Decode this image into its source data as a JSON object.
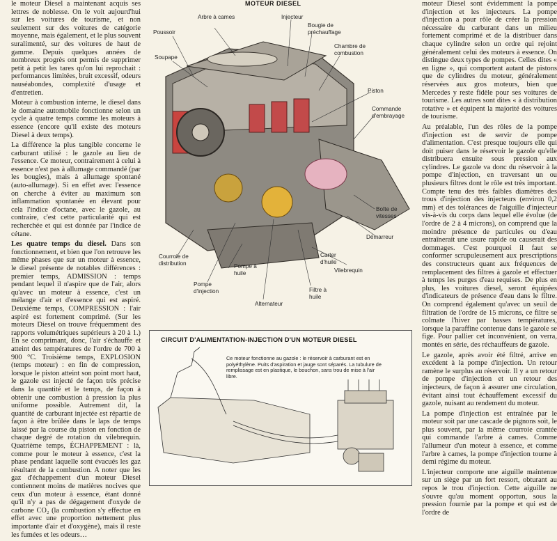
{
  "left_column": {
    "p1": "le moteur Diesel a maintenant acquis ses lettres de noblesse. On le voit aujourd'hui sur les voitures de tourisme, et non seulement sur des voitures de catégorie moyenne, mais également, et le plus souvent suralimenté, sur des voitures de haut de gamme. Depuis quelques années de nombreux progrès ont permis de supprimer petit à petit les tares qu'on lui reprochait : performances limitées, bruit excessif, odeurs nauséabondes, complexité d'usage et d'entretien.",
    "p2": "Moteur à combustion interne, le diesel dans le domaine automobile fonctionne selon un cycle à quatre temps comme les moteurs à essence (encore qu'il existe des moteurs Diesel à deux temps).",
    "p3": "La différence la plus tangible concerne le carburant utilisé : le gazole au lieu de l'essence. Ce moteur, contrairement à celui à essence n'est pas à allumage commandé (par les bougies), mais à allumage spontané (auto-allumage). Si en effet avec l'essence on cherche à éviter au maximum son inflammation spontanée en élevant pour cela l'indice d'octane, avec le gazole, au contraire, c'est cette particularité qui est recherchée et qui est donnée par l'indice de cétane.",
    "p4_heading": "Les quatre temps du diesel.",
    "p4": "Dans son fonctionnement, et bien que l'on retrouve les même phases que sur un moteur à essence, le diesel présente de notables différences : premier temps, ADMISSION : temps pendant lequel il n'aspire que de l'air, alors qu'avec un moteur à essence, c'est un mélange d'air et d'essence qui est aspiré. Deuxième temps, COMPRESSION : l'air aspiré est fortement comprimé. (Sur les moteurs Diesel on trouve fréquemment des rapports volumétriques supérieurs à 20 à 1.) En se comprimant, donc, l'air s'échauffe et atteint des températures de l'ordre de 700 à 900 °C. Troisième temps, EXPLOSION (temps moteur) : en fin de compression, lorsque le piston atteint son point mort haut, le gazole est injecté de façon très précise dans la quantité et le temps, de façon à obtenir une combustion à pression la plus uniforme possible. Autrement dit, la quantité de carburant injectée est répartie de façon à être brûlée dans le laps de temps laissé par la course du piston en fonction de chaque degré de rotation du vilebrequin. Quatrième temps, ÉCHAPPEMENT : là, comme pour le moteur à essence, c'est la phase pendant laquelle sont évacués les gaz résultant de la combustion. A noter que les gaz d'échappement d'un moteur Diesel contiennent moins de matières nocives que ceux d'un moteur à essence, étant donné qu'il n'y a pas de dégagement d'oxyde de carbone CO₂ (la combustion s'y effectue en effet avec une proportion nettement plus importante d'air et d'oxygène), mais il reste les fumées et les odeurs…"
  },
  "figure": {
    "title": "MOTEUR DIESEL",
    "labels": {
      "arbre_a_cames": "Arbre à cames",
      "injecteur": "Injecteur",
      "bougie": "Bougie de préchauffage",
      "poussoir": "Poussoir",
      "chambre": "Chambre de combustion",
      "soupape": "Soupape",
      "piston": "Piston",
      "commande_embrayage": "Commande d'embrayage",
      "boite_vitesses": "Boîte de vitesses",
      "demarreur": "Démarreur",
      "courroie": "Courroie de distribution",
      "carter": "Carter d'huile",
      "vilebrequin": "Vilebrequin",
      "pompe_huile": "Pompe à huile",
      "pompe_injection": "Pompe d'injection",
      "filtre_huile": "Filtre à huile",
      "alternateur": "Alternateur"
    }
  },
  "circuit": {
    "title": "CIRCUIT D'ALIMENTATION-INJECTION D'UN MOTEUR DIESEL",
    "caption": "Ce moteur fonctionne au gazole : le réservoir à carburant est en polyéthylène. Puits d'aspiration et jauge sont séparés. La tubulure de remplissage est en plastique, le bouchon, sans trou de mise à l'air libre."
  },
  "right_column": {
    "p1": "moteur Diesel sont évidemment la pompe d'injection et les injecteurs. La pompe d'injection a pour rôle de créer la pression nécessaire du carburant dans un milieu fortement comprimé et de la distribuer dans chaque cylindre selon un ordre qui rejoint généralement celui des moteurs à essence. On distingue deux types de pompes. Celles dites « en ligne », qui comportent autant de pistons que de cylindres du moteur, généralement réservées aux gros moteurs, bien que Mercedes y reste fidèle pour ses voitures de tourisme. Les autres sont dites « à distribution rotative » et équipent la majorité des voitures de tourisme.",
    "p2": "Au préalable, l'un des rôles de la pompe d'injection est de servir de pompe d'alimentation. C'est presque toujours elle qui doit puiser dans le réservoir le gazole qu'elle distribuera ensuite sous pression aux cylindres. Le gazole va donc du réservoir à la pompe d'injection, en traversant un ou plusieurs filtres dont le rôle est très important. Compte tenu des très faibles diamètres des trous d'injection des injecteurs (environ 0,2 mm) et des tolérances de l'aiguille d'injecteur vis-à-vis du corps dans lequel elle évolue (de l'ordre de 2 à 4 microns), on comprend que la moindre présence de particules ou d'eau entraînerait une usure rapide ou causerait des dommages. C'est pourquoi il faut se conformer scrupuleusement aux prescriptions des constructeurs quant aux fréquences de remplacement des filtres à gazole et effectuer à temps les purges d'eau requises. De plus en plus, les voitures diesel, seront équipées d'indicateurs de présence d'eau dans le filtre. On comprend également qu'avec un seuil de filtration de l'ordre de 15 microns, ce filtre se colmate l'hiver par basses températures, lorsque la paraffine contenue dans le gazole se fige. Pour pallier cet inconvénient, on verra, montés en série, des réchauffeurs de gazole.",
    "p3": "Le gazole, après avoir été filtré, arrive en excédent à la pompe d'injection. Un retour ramène le surplus au réservoir. Il y a un retour de pompe d'injection et un retour des injecteurs, de façon à assurer une circulation, évitant ainsi tout échauffement excessif du gazole, nuisant au rendement du moteur.",
    "p4": "La pompe d'injection est entraînée par le moteur soit par une cascade de pignons soit, le plus souvent, par la même courroie crantée qui commande l'arbre à cames. Comme l'allumeur d'un moteur à essence, et comme l'arbre à cames, la pompe d'injection tourne à demi régime du moteur.",
    "p5": "L'injecteur comporte une aiguille maintenue sur un siège par un fort ressort, obturant au repos le trou d'injection. Cette aiguille ne s'ouvre qu'au moment opportun, sous la pression fournie par la pompe et qui est de l'ordre de"
  }
}
